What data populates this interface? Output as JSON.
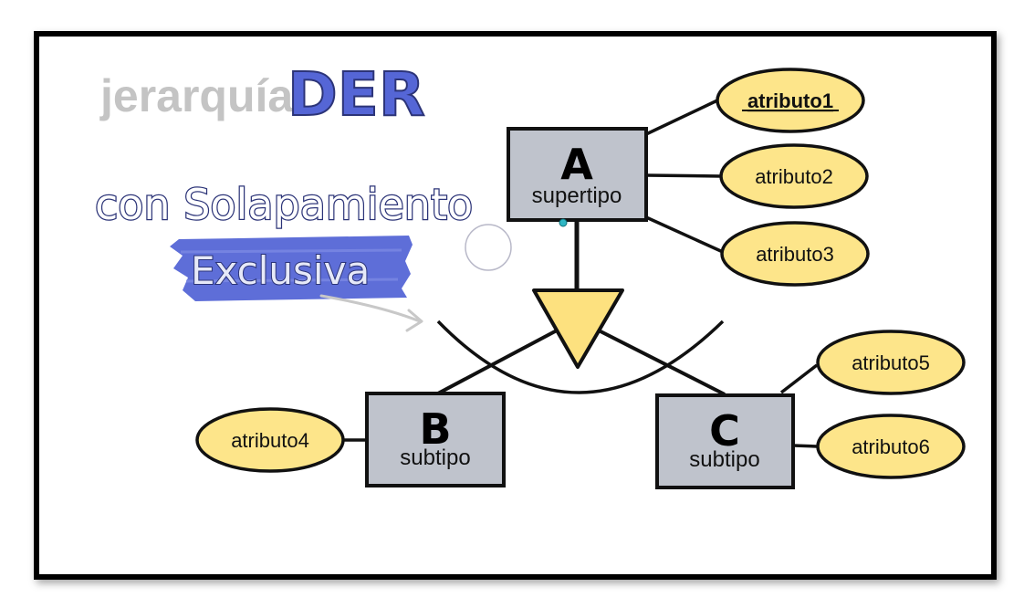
{
  "title": {
    "prefix": "jerarquía",
    "main": "DER"
  },
  "subtitle": {
    "line1": "con Solapamiento",
    "line2": "Exclusiva"
  },
  "entities": {
    "A": {
      "letter": "A",
      "role": "supertipo"
    },
    "B": {
      "letter": "B",
      "role": "subtipo"
    },
    "C": {
      "letter": "C",
      "role": "subtipo"
    }
  },
  "attributes": {
    "a1": "atributo1",
    "a2": "atributo2",
    "a3": "atributo3",
    "a4": "atributo4",
    "a5": "atributo5",
    "a6": "atributo6"
  },
  "colors": {
    "entity_fill": "#bfc3cc",
    "attribute_fill": "#fde58a",
    "triangle_fill": "#fde17f",
    "accent_blue": "#5566d6",
    "title_gray": "#c4c4c4",
    "frame": "#000000"
  },
  "key_attribute": "atributo1"
}
